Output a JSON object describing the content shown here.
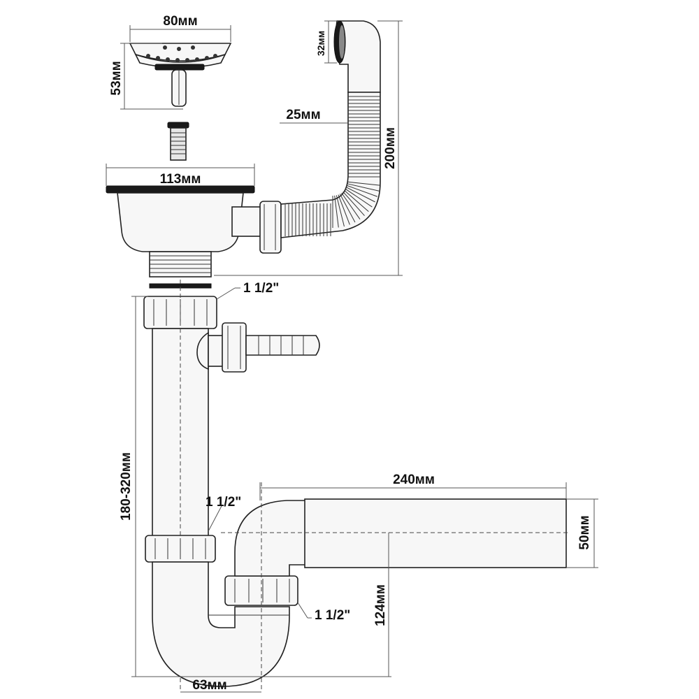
{
  "dimensions": {
    "strainer_diameter": "80мм",
    "strainer_height": "53мм",
    "overflow_diameter": "32мм",
    "hose_diameter": "25мм",
    "overflow_height": "200мм",
    "drain_flange": "113мм",
    "thread_top": "1 1/2\"",
    "thread_mid": "1 1/2\"",
    "thread_bottom": "1 1/2\"",
    "pipe_height": "180-320мм",
    "outlet_length": "240мм",
    "outlet_diameter": "50мм",
    "outlet_height": "124мм",
    "trap_offset": "63мм"
  },
  "colors": {
    "line": "#222222",
    "fill": "#f7f7f7",
    "gasket": "#1a1a1a"
  }
}
